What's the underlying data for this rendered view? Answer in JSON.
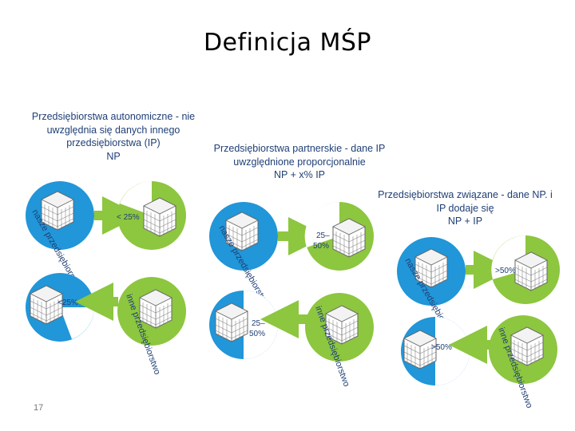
{
  "title": "Definicja MŚP",
  "slide_number": "17",
  "captions": {
    "autonomous": [
      "Przedsiębiorstwa autonomiczne - nie",
      "uwzględnia się danych innego",
      "przedsiębiorstwa (IP)",
      "NP"
    ],
    "partner": [
      "Przedsiębiorstwa partnerskie - dane IP",
      "uwzględnione proporcjonalnie",
      "NP + x% IP"
    ],
    "linked": [
      "Przedsiębiorstwa związane - dane NP. i",
      "IP dodaje się",
      "NP + IP"
    ]
  },
  "labels": {
    "our_company": "nasze przedsiębiorstwo",
    "other_company": "inne przedsiębiorstwo",
    "lt25": "< 25%",
    "lt25b": "<25%",
    "p25_50": "25–",
    "p25_50b": "50%",
    "gt50": ">50%",
    "colors": {
      "blue": "#2196d8",
      "green": "#8dc63f",
      "dark": "#1f3f75"
    }
  }
}
